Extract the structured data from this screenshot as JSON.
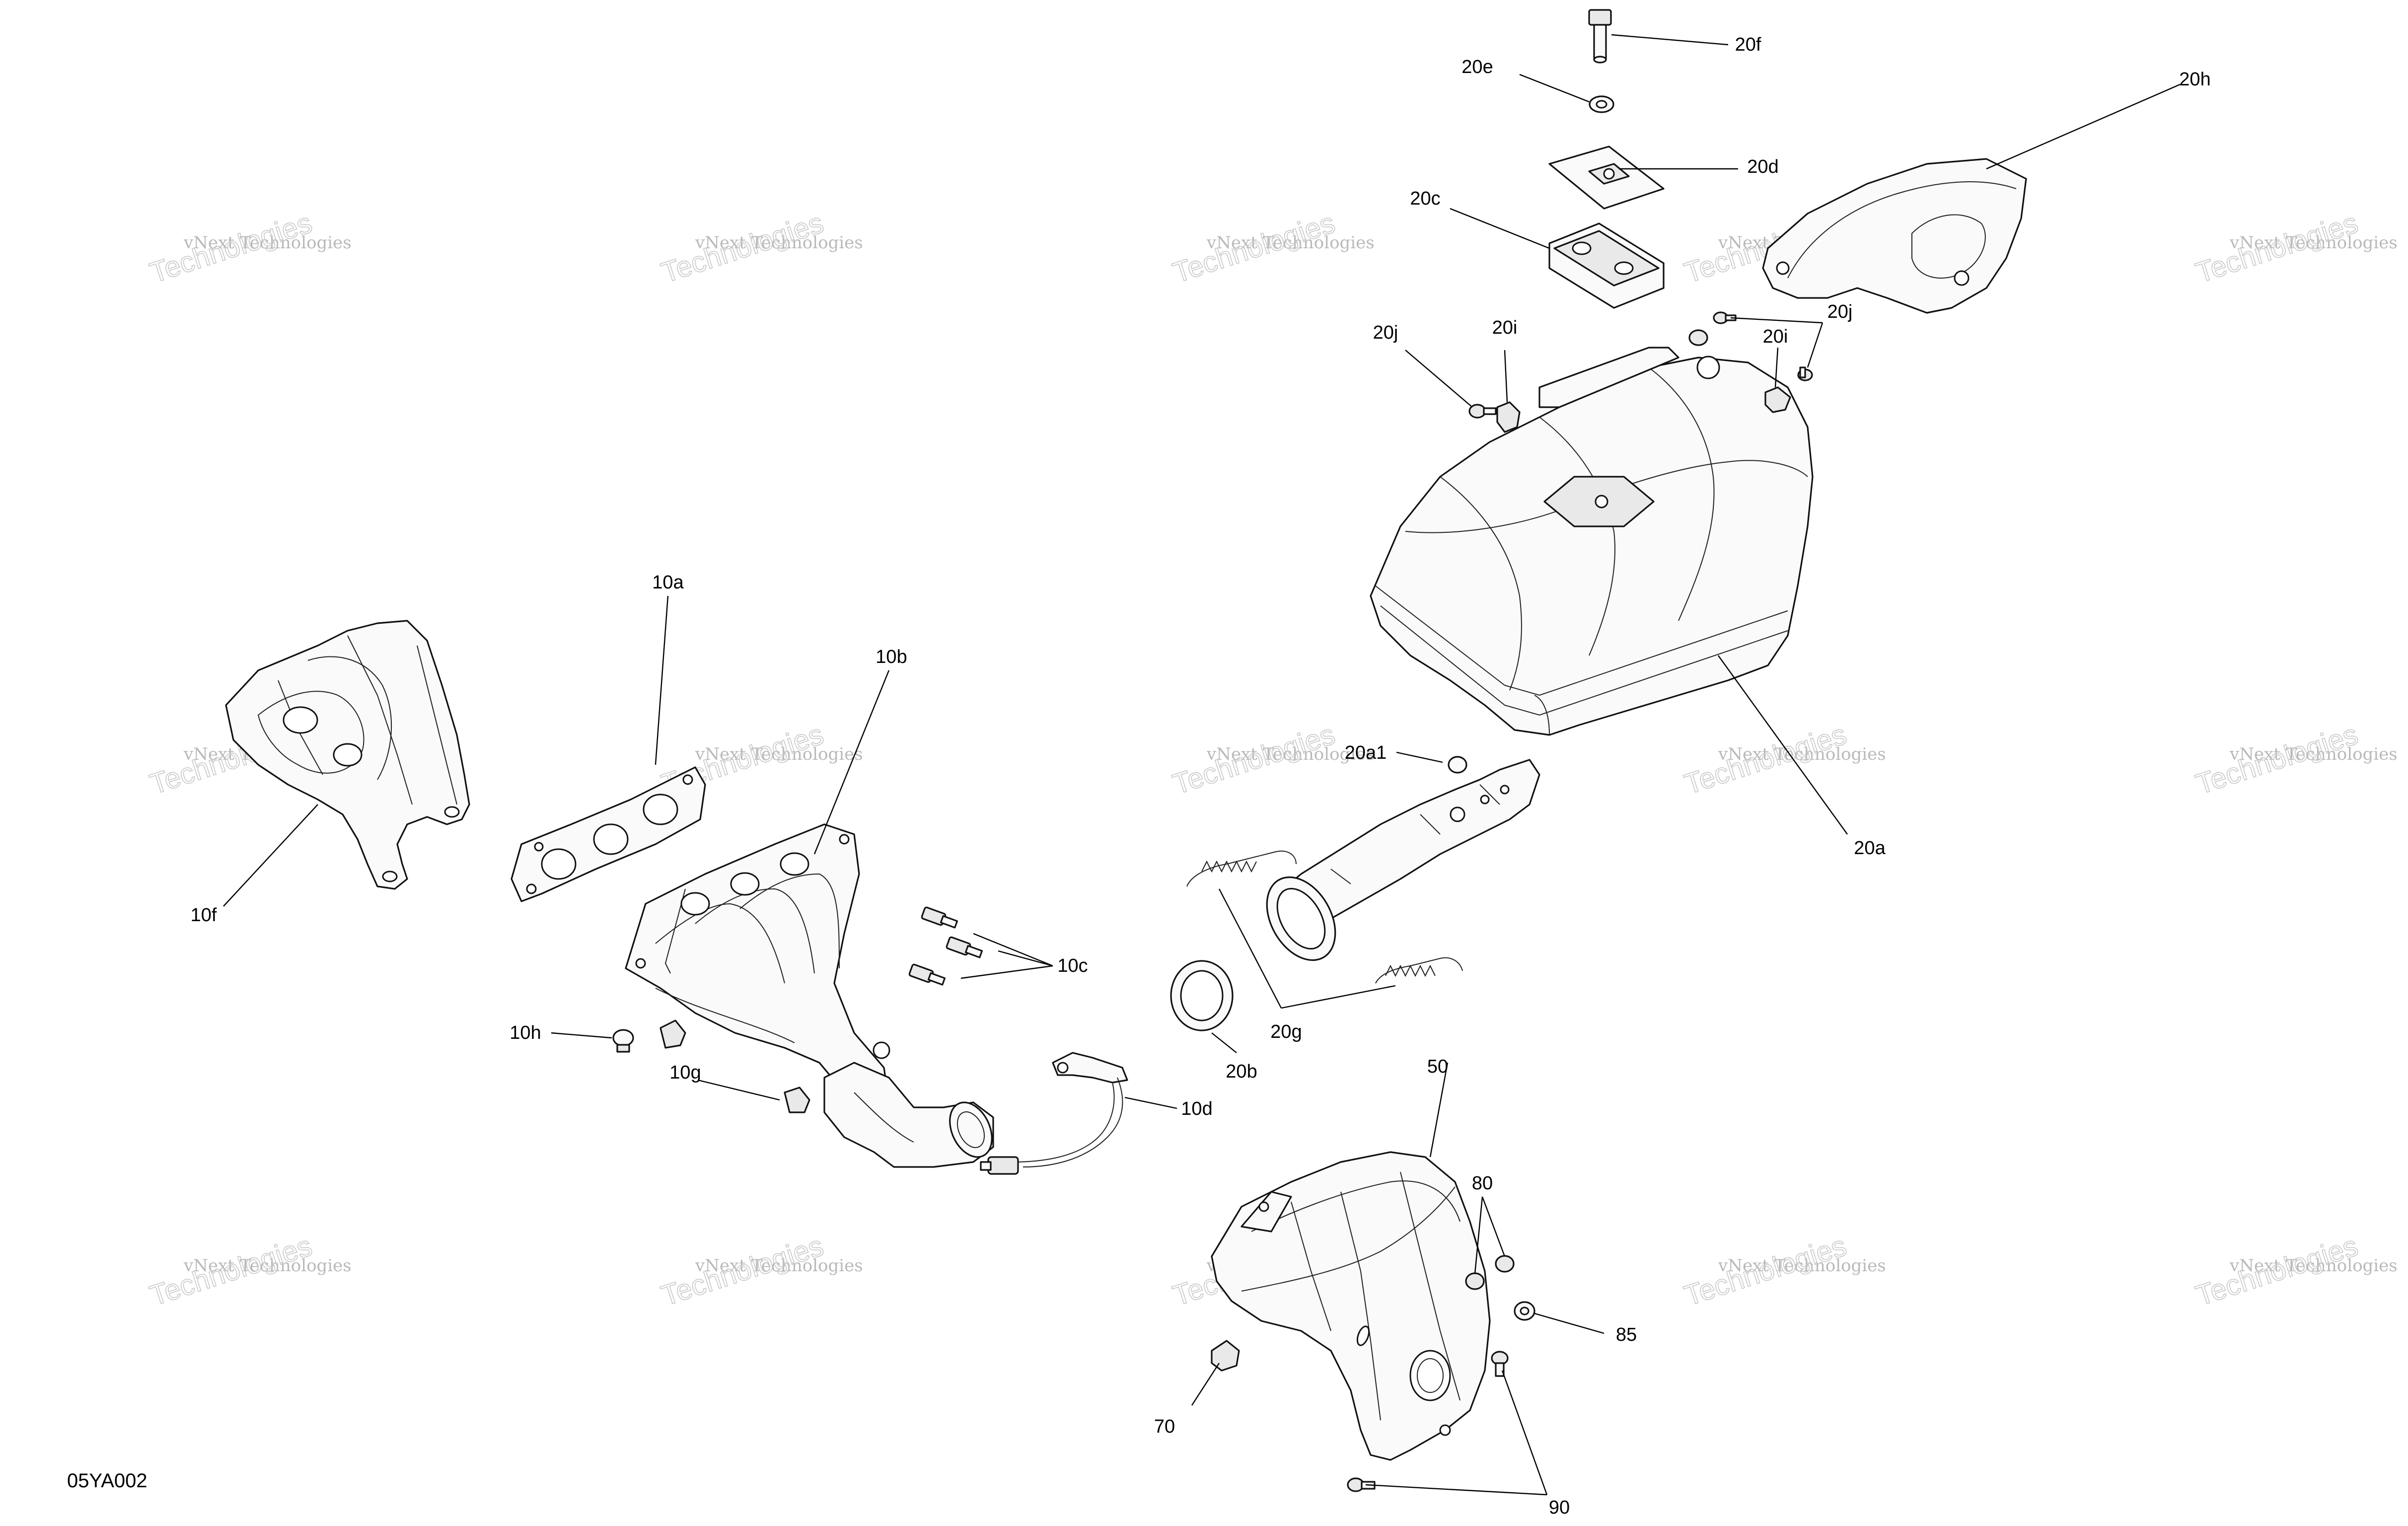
{
  "drawing_code": "05YA002",
  "watermark": {
    "line1": "vNext Technologies",
    "line2": "Technologies"
  },
  "callouts": {
    "c10a": "10a",
    "c10b": "10b",
    "c10c": "10c",
    "c10d": "10d",
    "c10f": "10f",
    "c10g": "10g",
    "c10h": "10h",
    "c20a": "20a",
    "c20a1": "20a1",
    "c20b": "20b",
    "c20c": "20c",
    "c20d": "20d",
    "c20e": "20e",
    "c20f": "20f",
    "c20g": "20g",
    "c20h": "20h",
    "c20i_left": "20i",
    "c20i_right": "20i",
    "c20j_left": "20j",
    "c20j_right": "20j",
    "c50": "50",
    "c70": "70",
    "c80": "80",
    "c85": "85",
    "c90": "90"
  }
}
